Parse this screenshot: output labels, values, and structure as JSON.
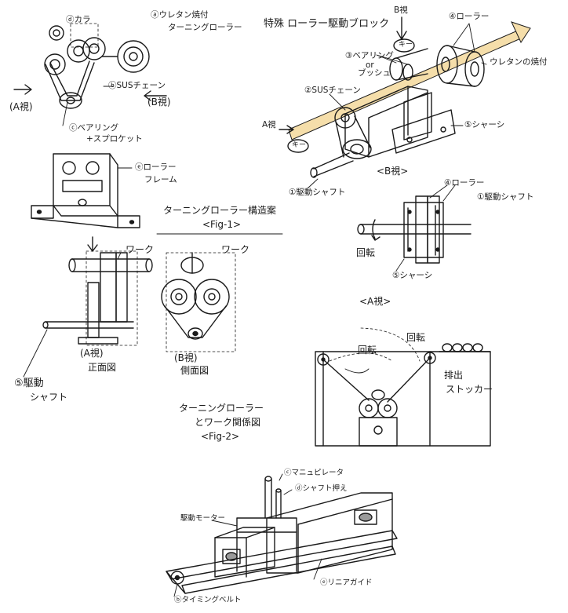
{
  "top_left": {
    "label_d": "ⓓカラ",
    "label_a1": "ⓐウレタン焼付",
    "label_a2": "ターニングローラー",
    "label_b": "ⓑSUSチェーン",
    "label_c1": "ⓒベアリング",
    "label_c2": "+スプロケット",
    "view_a": "(A視)",
    "view_b": "(B視)"
  },
  "top_right": {
    "title": "特殊 ローラー駆動ブロック",
    "label_view": "B視",
    "label_roller": "④ローラー",
    "label_bearing1": "③ベアリング",
    "label_bearing2": "or",
    "label_bearing3": "ブッシュ",
    "label_urethane": "ウレタンの焼付",
    "label_chain": "②SUSチェーン",
    "label_chassis": "⑤シャーシ",
    "label_a": "A視",
    "label_shaft": "①駆動シャフト",
    "caption": "<B視>",
    "key1": "キー",
    "key2": "キー"
  },
  "frame": {
    "label1": "ⓔローラー",
    "label2": "フレーム"
  },
  "fig1": {
    "title": "ターニングローラー構造案",
    "sub": "<Fig-1>"
  },
  "mid_right": {
    "label_roller": "④ローラー",
    "label_shaft": "①駆動シャフト",
    "label_rotate": "回転",
    "label_chassis": "⑤シャーシ"
  },
  "front": {
    "label_work1": "ワーク",
    "label_work2": "ワーク",
    "caption_a": "(A視)",
    "caption_a2": "正面図",
    "caption_b": "(B視)",
    "caption_b2": "側面図",
    "label_shaft1": "⑤駆動",
    "label_shaft2": "シャフト"
  },
  "fig2": {
    "line1": "ターニングローラー",
    "line2": "とワーク関係図",
    "line3": "<Fig-2>"
  },
  "a_view": {
    "title": "<A視>",
    "label_rotate1": "回転",
    "label_rotate2": "回転",
    "label_stocker1": "排出",
    "label_stocker2": "ストッカー"
  },
  "bottom": {
    "label_manip": "ⓒマニュピレータ",
    "label_push": "ⓓシャフト押え",
    "label_motor": "駆動モーター",
    "label_guide": "ⓔリニアガイド",
    "label_belt": "ⓑタイミングベルト"
  }
}
